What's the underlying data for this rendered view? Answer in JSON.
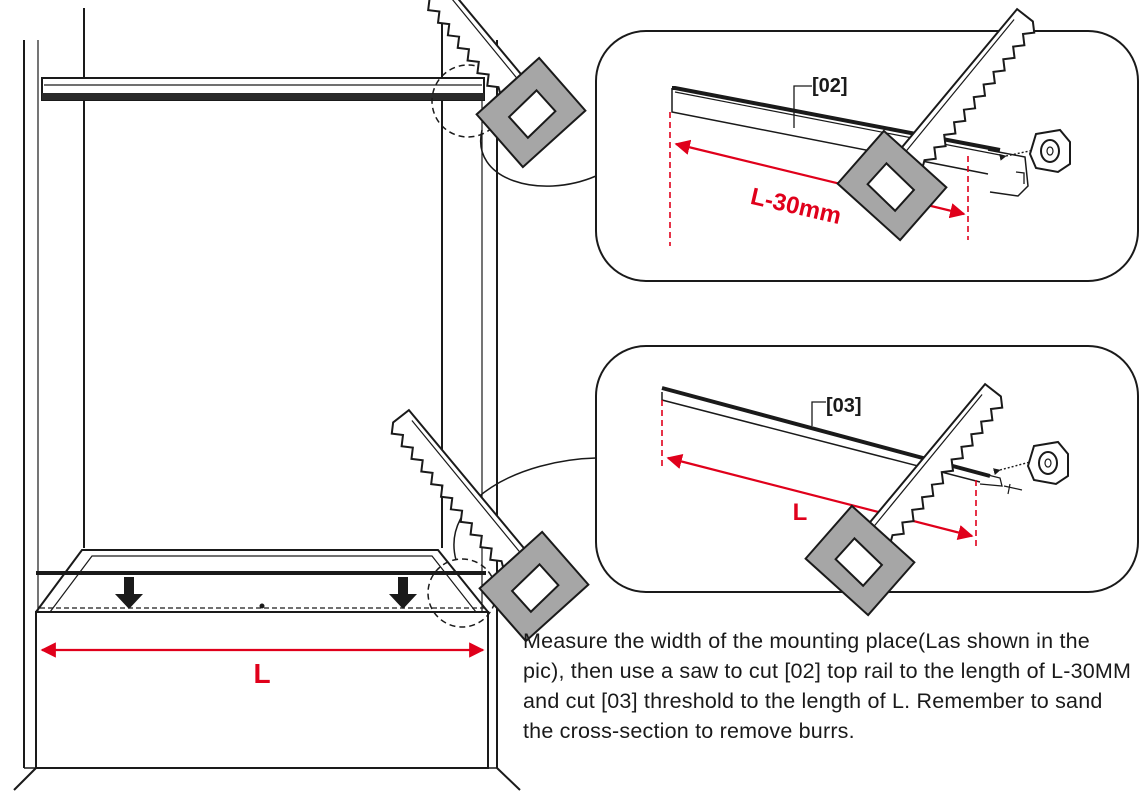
{
  "labels": {
    "top_rail_part": "[02]",
    "top_rail_length": "L-30mm",
    "threshold_part": "[03]",
    "threshold_length": "L",
    "main_width": "L"
  },
  "instructions": "Measure the width of the mounting place(Las shown in the pic), then use a saw to cut [02] top rail to the length of L-30MM and cut [03] threshold to the length of L. Remember to sand the cross-section to remove burrs.",
  "colors": {
    "line": "#1a1a1a",
    "dimension": "#e0001b",
    "saw_grip": "#a6a6a6"
  },
  "icons": [
    "hand-saw-icon",
    "tape-measure-icon",
    "down-arrow-icon"
  ]
}
